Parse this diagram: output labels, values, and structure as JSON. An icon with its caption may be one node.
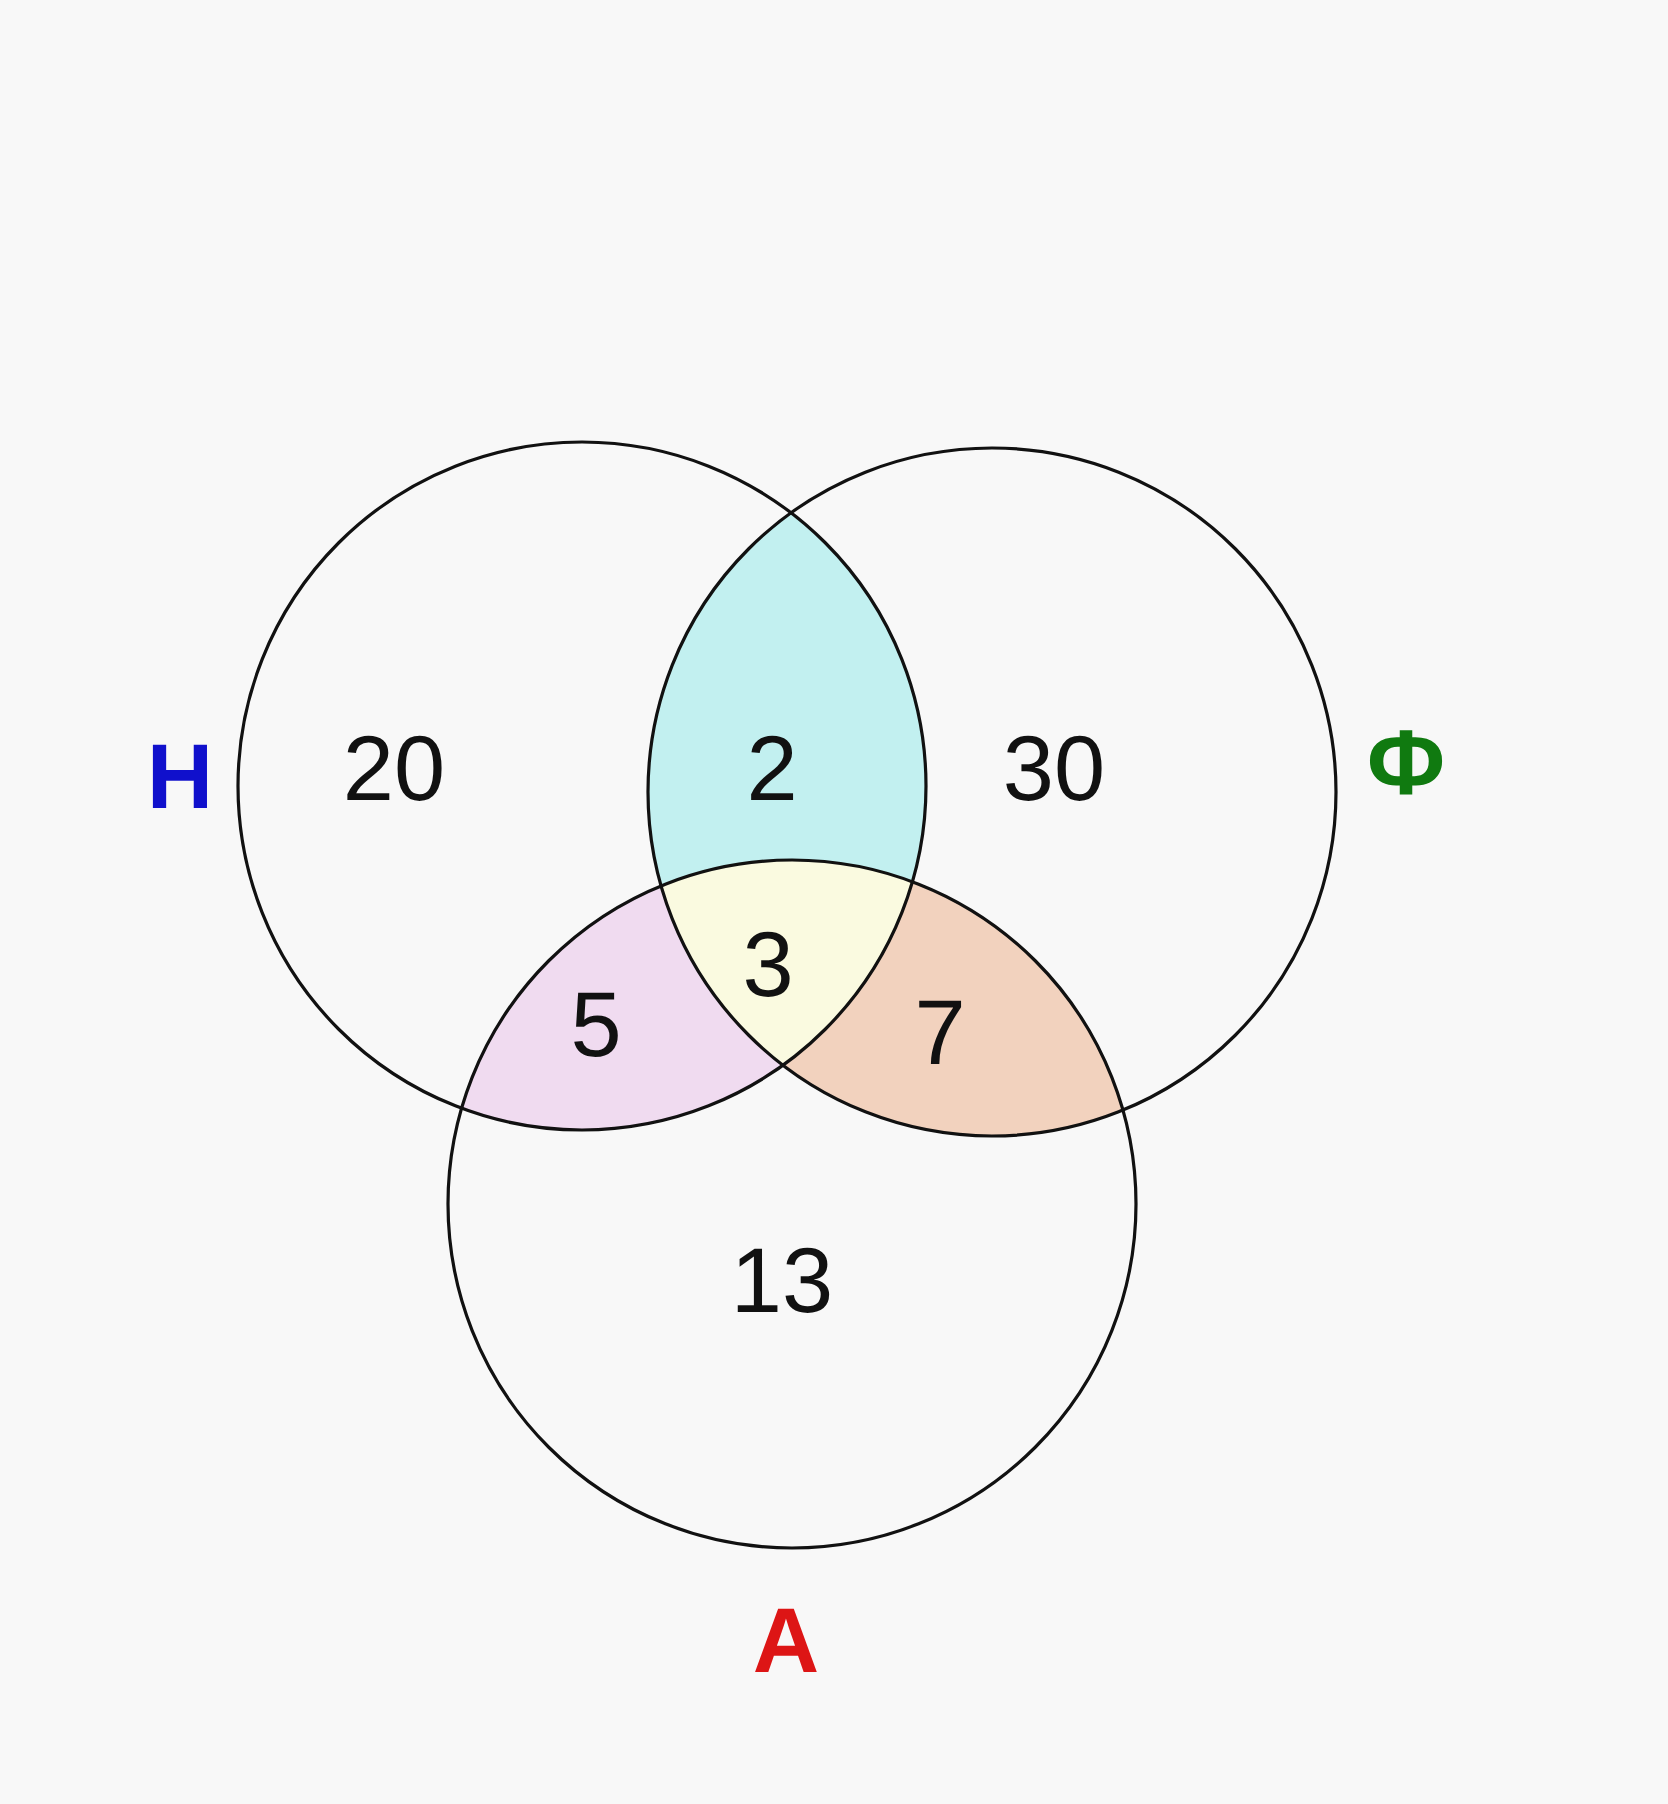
{
  "diagram": {
    "nodes": [
      {
        "text": [
          "Н"
        ]
      },
      {
        "text": [
          "Ф"
        ]
      },
      {
        "text": [
          "А"
        ]
      }
    ],
    "labels": [
      "20",
      "2",
      "30",
      "5",
      "3",
      "7",
      "13"
    ]
  }
}
